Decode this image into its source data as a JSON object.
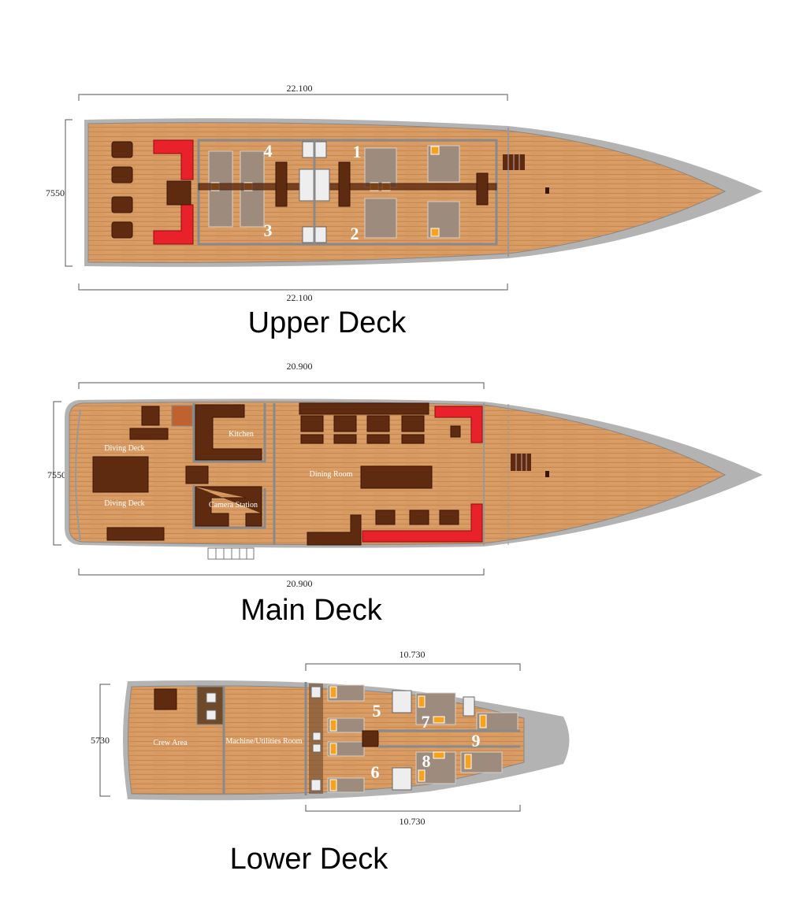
{
  "colors": {
    "wood": "#d79a62",
    "hull": "#b3b3b3",
    "furniture": "#5e2a10",
    "sofa": "#e8212b",
    "pillow": "#f5a21f"
  },
  "upper_deck": {
    "title": "Upper Deck",
    "length_top": "22.100",
    "length_bottom": "22.100",
    "width": "7550",
    "cabins": [
      "1",
      "2",
      "3",
      "4"
    ]
  },
  "main_deck": {
    "title": "Main Deck",
    "length_top": "20.900",
    "length_bottom": "20.900",
    "width": "7550",
    "rooms": {
      "diving_deck_1": "Diving Deck",
      "diving_deck_2": "Diving Deck",
      "kitchen": "Kitchen",
      "camera_station": "Camera Station",
      "dining_room": "Dining Room"
    }
  },
  "lower_deck": {
    "title": "Lower Deck",
    "length_top": "10.730",
    "length_bottom": "10.730",
    "width": "5730",
    "rooms": {
      "crew_area": "Crew Area",
      "machine_room": "Machine/Utilities  Room"
    },
    "cabins": [
      "5",
      "6",
      "7",
      "8",
      "9"
    ]
  }
}
